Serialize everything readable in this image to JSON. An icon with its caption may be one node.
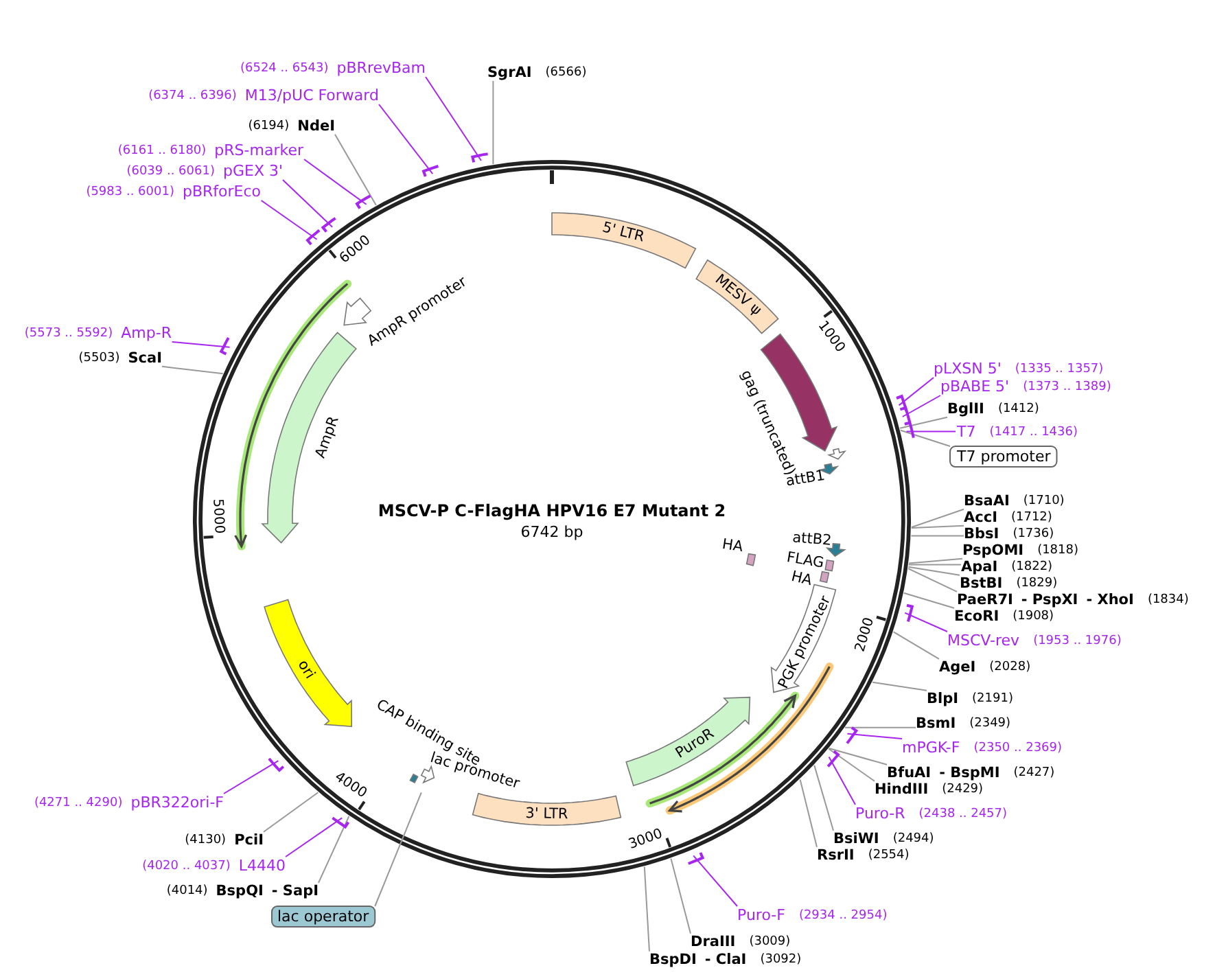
{
  "diagram": {
    "title": "MSCV-P C-FlagHA HPV16 E7 Mutant 2",
    "nodes": [
      {
        "text": [
          "(6524 .. 6543)",
          "pBRrevBam"
        ]
      },
      {
        "text": [
          "SgrAI",
          "(6566)"
        ]
      },
      {
        "text": [
          "(6374 .. 6396)",
          "M13/pUC Forward"
        ]
      },
      {
        "text": [
          "(6194)",
          "NdeI"
        ]
      },
      {
        "text": [
          "(6161 .. 6180)",
          "pRS-marker"
        ]
      },
      {
        "text": [
          "(6039 .. 6061)",
          "pGEX 3'"
        ]
      },
      {
        "text": [
          "(5983 .. 6001)",
          "pBRforEco"
        ]
      },
      {
        "text": [
          "(5573 .. 5592)",
          "Amp-R"
        ]
      },
      {
        "text": [
          "(5503)",
          "ScaI"
        ]
      },
      {
        "text": [
          "(4271 .. 4290)",
          "pBR322ori-F"
        ]
      },
      {
        "text": [
          "(4130)",
          "PciI"
        ]
      },
      {
        "text": [
          "(4020 .. 4037)",
          "L4440"
        ]
      },
      {
        "text": [
          "(4014)",
          "BspQI",
          "- SapI"
        ]
      },
      {
        "text": [
          "pLXSN 5'",
          "(1335 .. 1357)"
        ]
      },
      {
        "text": [
          "pBABE 5'",
          "(1373 .. 1389)"
        ]
      },
      {
        "text": [
          "BglII",
          "(1412)"
        ]
      },
      {
        "text": [
          "T7",
          "(1417 .. 1436)"
        ]
      },
      {
        "text": [
          "T7 promoter"
        ]
      },
      {
        "text": [
          "BsaAI",
          "(1710)"
        ]
      },
      {
        "text": [
          "AccI",
          "(1712)"
        ]
      },
      {
        "text": [
          "BbsI",
          "(1736)"
        ]
      },
      {
        "text": [
          "PspOMI",
          "(1818)"
        ]
      },
      {
        "text": [
          "ApaI",
          "(1822)"
        ]
      },
      {
        "text": [
          "BstBI",
          "(1829)"
        ]
      },
      {
        "text": [
          "PaeR7I",
          "- PspXI",
          "- XhoI",
          "(1834)"
        ]
      },
      {
        "text": [
          "EcoRI",
          "(1908)"
        ]
      },
      {
        "text": [
          "MSCV-rev",
          "(1953 .. 1976)"
        ]
      },
      {
        "text": [
          "AgeI",
          "(2028)"
        ]
      },
      {
        "text": [
          "BlpI",
          "(2191)"
        ]
      },
      {
        "text": [
          "BsmI",
          "(2349)"
        ]
      },
      {
        "text": [
          "mPGK-F",
          "(2350 .. 2369)"
        ]
      },
      {
        "text": [
          "BfuAI",
          "- BspMI",
          "(2427)"
        ]
      },
      {
        "text": [
          "HindIII",
          "(2429)"
        ]
      },
      {
        "text": [
          "Puro-R",
          "(2438 .. 2457)"
        ]
      },
      {
        "text": [
          "BsiWI",
          "(2494)"
        ]
      },
      {
        "text": [
          "RsrII",
          "(2554)"
        ]
      },
      {
        "text": [
          "Puro-F",
          "(2934 .. 2954)"
        ]
      },
      {
        "text": [
          "DraIII",
          "(3009)"
        ]
      },
      {
        "text": [
          "BspDI",
          "- ClaI",
          "(3092)"
        ]
      },
      {
        "text": [
          "lac operator"
        ]
      },
      {
        "text": [
          "5' LTR"
        ]
      },
      {
        "text": [
          "MESV ψ"
        ]
      },
      {
        "text": [
          "gag (truncated)"
        ]
      },
      {
        "text": [
          "attB1"
        ]
      },
      {
        "text": [
          "attB2"
        ]
      },
      {
        "text": [
          "HA"
        ]
      },
      {
        "text": [
          "FLAG"
        ]
      },
      {
        "text": [
          "HA"
        ]
      },
      {
        "text": [
          "PGK promoter"
        ]
      },
      {
        "text": [
          "PuroR"
        ]
      },
      {
        "text": [
          "3' LTR"
        ]
      },
      {
        "text": [
          "CAP binding site"
        ]
      },
      {
        "text": [
          "lac promoter"
        ]
      },
      {
        "text": [
          "ori"
        ]
      },
      {
        "text": [
          "AmpR"
        ]
      },
      {
        "text": [
          "AmpR promoter"
        ]
      }
    ],
    "edges": [
      {
        "from": 0,
        "to": null,
        "arrow": "none",
        "color": "#a626f0"
      },
      {
        "from": 1,
        "to": null,
        "arrow": "none"
      },
      {
        "from": 2,
        "to": null,
        "arrow": "none",
        "color": "#a626f0"
      },
      {
        "from": 3,
        "to": null,
        "arrow": "none"
      },
      {
        "from": 4,
        "to": null,
        "arrow": "none",
        "color": "#a626f0"
      },
      {
        "from": 5,
        "to": null,
        "arrow": "none",
        "color": "#a626f0"
      },
      {
        "from": 6,
        "to": null,
        "arrow": "none",
        "color": "#a626f0"
      },
      {
        "from": 7,
        "to": null,
        "arrow": "none",
        "color": "#a626f0"
      },
      {
        "from": 8,
        "to": null,
        "arrow": "none"
      },
      {
        "from": 9,
        "to": null,
        "arrow": "none",
        "color": "#a626f0"
      },
      {
        "from": 10,
        "to": null,
        "arrow": "none"
      },
      {
        "from": 11,
        "to": null,
        "arrow": "none",
        "color": "#a626f0"
      },
      {
        "from": 12,
        "to": null,
        "arrow": "none"
      },
      {
        "from": 13,
        "to": null,
        "arrow": "none",
        "color": "#a626f0"
      },
      {
        "from": 14,
        "to": null,
        "arrow": "none",
        "color": "#a626f0"
      },
      {
        "from": 15,
        "to": null,
        "arrow": "none"
      },
      {
        "from": 16,
        "to": null,
        "arrow": "none",
        "color": "#a626f0"
      },
      {
        "from": 17,
        "to": null,
        "arrow": "none"
      },
      {
        "from": 18,
        "to": null,
        "arrow": "none"
      },
      {
        "from": 19,
        "to": null,
        "arrow": "none"
      },
      {
        "from": 20,
        "to": null,
        "arrow": "none"
      },
      {
        "from": 21,
        "to": null,
        "arrow": "none"
      },
      {
        "from": 22,
        "to": null,
        "arrow": "none"
      },
      {
        "from": 23,
        "to": null,
        "arrow": "none"
      },
      {
        "from": 24,
        "to": null,
        "arrow": "none"
      },
      {
        "from": 25,
        "to": null,
        "arrow": "none"
      },
      {
        "from": 26,
        "to": null,
        "arrow": "none",
        "color": "#a626f0"
      },
      {
        "from": 27,
        "to": null,
        "arrow": "none"
      },
      {
        "from": 28,
        "to": null,
        "arrow": "none"
      },
      {
        "from": 29,
        "to": null,
        "arrow": "none"
      },
      {
        "from": 30,
        "to": null,
        "arrow": "none",
        "color": "#a626f0"
      },
      {
        "from": 31,
        "to": null,
        "arrow": "none"
      },
      {
        "from": 32,
        "to": null,
        "arrow": "none"
      },
      {
        "from": 33,
        "to": null,
        "arrow": "none",
        "color": "#a626f0"
      },
      {
        "from": 34,
        "to": null,
        "arrow": "none"
      },
      {
        "from": 35,
        "to": null,
        "arrow": "none"
      },
      {
        "from": 36,
        "to": null,
        "arrow": "none",
        "color": "#a626f0"
      },
      {
        "from": 37,
        "to": null,
        "arrow": "none"
      },
      {
        "from": 38,
        "to": null,
        "arrow": "none"
      },
      {
        "from": 39,
        "to": 52,
        "arrow": "none"
      }
    ],
    "labels": [
      "6742 bp",
      "6000",
      "1000",
      "5000",
      "2000",
      "4000",
      "3000"
    ]
  }
}
